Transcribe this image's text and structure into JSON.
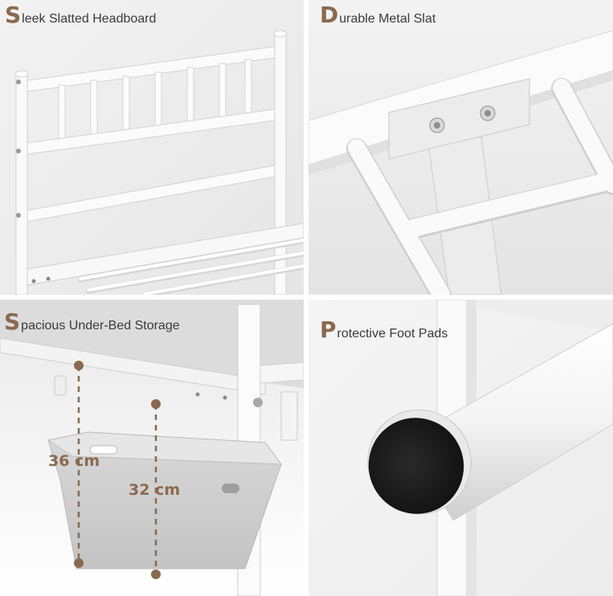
{
  "accent_color": "#8a6a4e",
  "panels": {
    "headboard": {
      "initial": "S",
      "rest": "leek Slatted Headboard"
    },
    "slat": {
      "initial": "D",
      "rest": "urable Metal Slat"
    },
    "storage": {
      "initial": "S",
      "rest": "pacious Under-Bed Storage",
      "measure_outer": "36 cm",
      "measure_inner": "32 cm"
    },
    "foot": {
      "initial": "P",
      "rest": "rotective Foot Pads"
    }
  }
}
